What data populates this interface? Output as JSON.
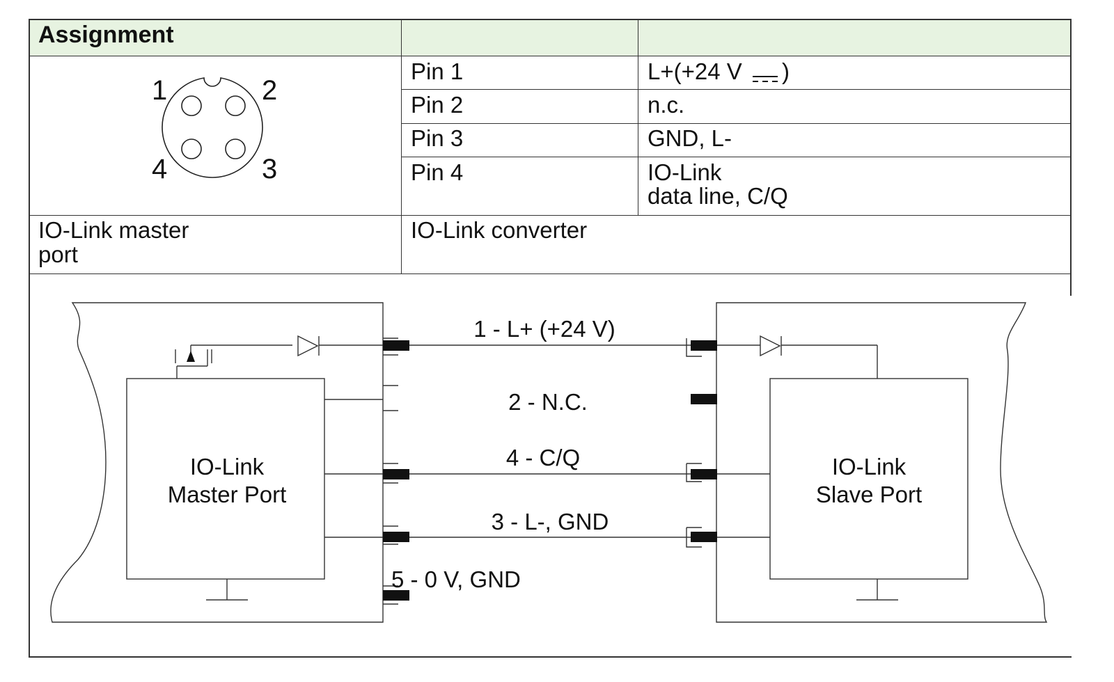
{
  "header": {
    "col1": "Assignment"
  },
  "pins": [
    {
      "pin": "Pin 1",
      "assign": "L+(+24 V",
      "assign2": ")"
    },
    {
      "pin": "Pin 2",
      "assign": "n.c."
    },
    {
      "pin": "Pin 3",
      "assign": "GND, L-"
    },
    {
      "pin": "Pin 4",
      "assign": "IO-Link",
      "assign2": "data line, C/Q"
    }
  ],
  "connector": {
    "labels": [
      "1",
      "2",
      "3",
      "4"
    ]
  },
  "sections": {
    "left_l1": "IO-Link master",
    "left_l2": "port",
    "right": "IO-Link converter"
  },
  "diagram": {
    "master_l1": "IO-Link",
    "master_l2": "Master Port",
    "slave_l1": "IO-Link",
    "slave_l2": "Slave Port",
    "w1": "1 - L+ (+24 V)",
    "w2": "2 - N.C.",
    "w4": "4 - C/Q",
    "w3": "3 - L-, GND",
    "w5": "5 - 0 V, GND"
  }
}
